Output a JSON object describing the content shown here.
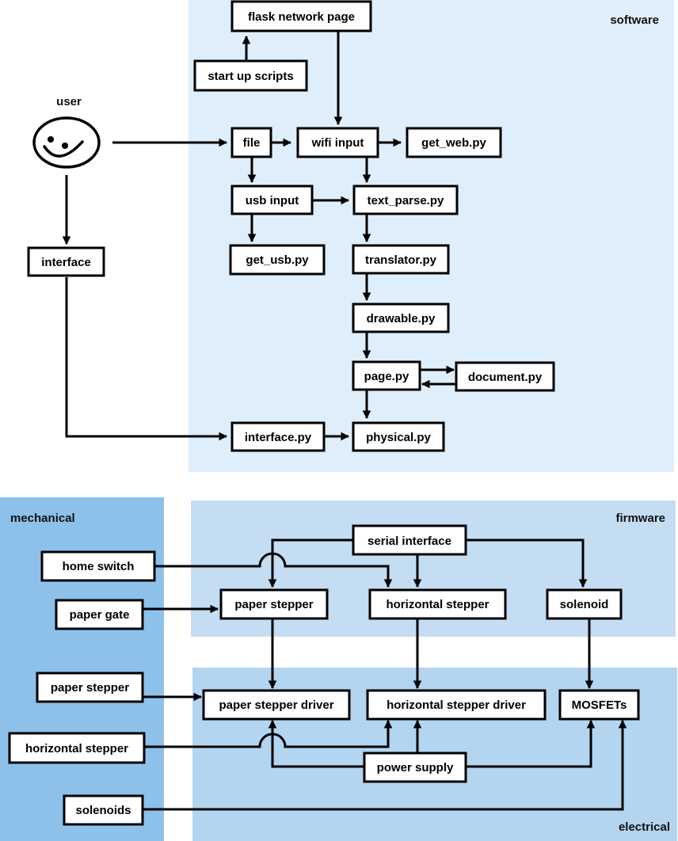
{
  "colors": {
    "software": "#dfeefb",
    "firmware": "#c5ddf3",
    "electrical": "#b3d5f0",
    "mechanical": "#8ec1ea"
  },
  "regions": {
    "software": "software",
    "firmware": "firmware",
    "mechanical": "mechanical",
    "electrical": "electrical"
  },
  "user": {
    "label": "user",
    "icon": "smiley-face-icon"
  },
  "nodes": {
    "flask_network_page": "flask network page",
    "start_up_scripts": "start up scripts",
    "file": "file",
    "wifi_input": "wifi input",
    "get_web": "get_web.py",
    "usb_input": "usb input",
    "text_parse": "text_parse.py",
    "get_usb": "get_usb.py",
    "translator": "translator.py",
    "drawable": "drawable.py",
    "page": "page.py",
    "document": "document.py",
    "interface": "interface",
    "interface_py": "interface.py",
    "physical": "physical.py",
    "serial_interface": "serial interface",
    "paper_stepper_fw": "paper stepper",
    "horizontal_stepper_fw": "horizontal stepper",
    "solenoid": "solenoid",
    "home_switch": "home switch",
    "paper_gate": "paper gate",
    "paper_stepper_mech": "paper stepper",
    "horizontal_stepper_mech": "horizontal stepper",
    "solenoids": "solenoids",
    "paper_stepper_driver": "paper stepper driver",
    "horizontal_stepper_driver": "horizontal stepper driver",
    "mosfets": "MOSFETs",
    "power_supply": "power supply"
  }
}
